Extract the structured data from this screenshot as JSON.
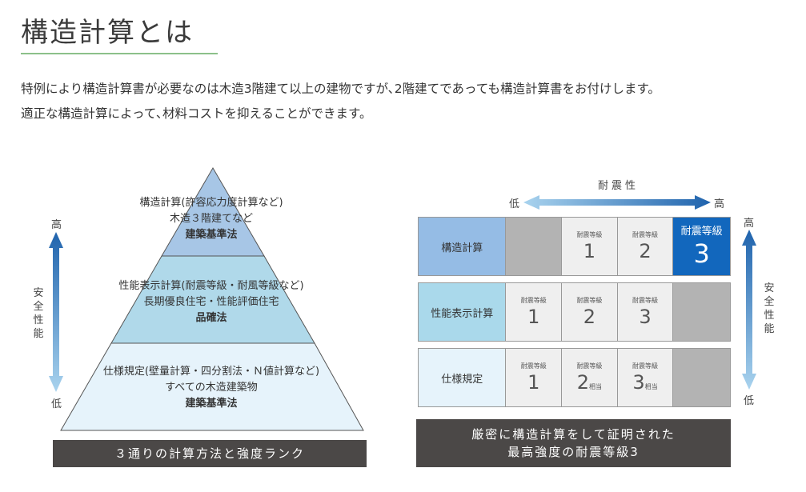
{
  "heading": "構造計算とは",
  "intro": [
    "特例により構造計算書が必要なのは木造3階建て以上の建物ですが､2階建てであっても構造計算書をお付けします。",
    "適正な構造計算によって､材料コストを抑えることができます。"
  ],
  "pyramid": {
    "tiers": [
      {
        "line1": "構造計算(許容応力度計算など)",
        "line2": "木造３階建てなど",
        "law": "建築基準法"
      },
      {
        "line1": "性能表示計算(耐震等級・耐風等級など)",
        "line2": "長期優良住宅・性能評価住宅",
        "law": "品確法"
      },
      {
        "line1": "仕様規定(壁量計算・四分割法・Ｎ値計算など)",
        "line2": "すべての木造建築物",
        "law": "建築基準法"
      }
    ],
    "axis": {
      "high": "高",
      "low": "低",
      "label": "安全性能"
    },
    "caption": "３通りの計算方法と強度ランク",
    "colors": {
      "top": "#a7c6e6",
      "mid": "#b0d9ea",
      "bottom": "#e6f3fb"
    }
  },
  "matrix": {
    "top_axis": {
      "label": "耐震性",
      "low": "低",
      "high": "高"
    },
    "side_axis": {
      "high": "高",
      "low": "低",
      "label": "安全性能"
    },
    "rows": [
      {
        "label": "構造計算",
        "label_color": "#95bce5",
        "cells": [
          {
            "type": "gray"
          },
          {
            "type": "grade",
            "small": "耐震等級",
            "num": "1"
          },
          {
            "type": "grade",
            "small": "耐震等級",
            "num": "2"
          },
          {
            "type": "highlight",
            "small": "耐震等級",
            "num": "3"
          }
        ]
      },
      {
        "label": "性能表示計算",
        "label_color": "#aad9eb",
        "cells": [
          {
            "type": "grade",
            "small": "耐震等級",
            "num": "1"
          },
          {
            "type": "grade",
            "small": "耐震等級",
            "num": "2"
          },
          {
            "type": "grade",
            "small": "耐震等級",
            "num": "3"
          },
          {
            "type": "gray"
          }
        ]
      },
      {
        "label": "仕様規定",
        "label_color": "#e6f3fb",
        "cells": [
          {
            "type": "grade",
            "small": "耐震等級",
            "num": "1"
          },
          {
            "type": "grade",
            "small": "耐震等級",
            "num": "2",
            "suffix": "相当"
          },
          {
            "type": "grade",
            "small": "耐震等級",
            "num": "3",
            "suffix": "相当"
          },
          {
            "type": "gray"
          }
        ]
      }
    ],
    "caption": [
      "厳密に構造計算をして証明された",
      "最高強度の耐震等級3"
    ],
    "colors": {
      "highlight": "#1267bd",
      "gray": "#b3b3b3",
      "cell": "#efefef"
    }
  }
}
